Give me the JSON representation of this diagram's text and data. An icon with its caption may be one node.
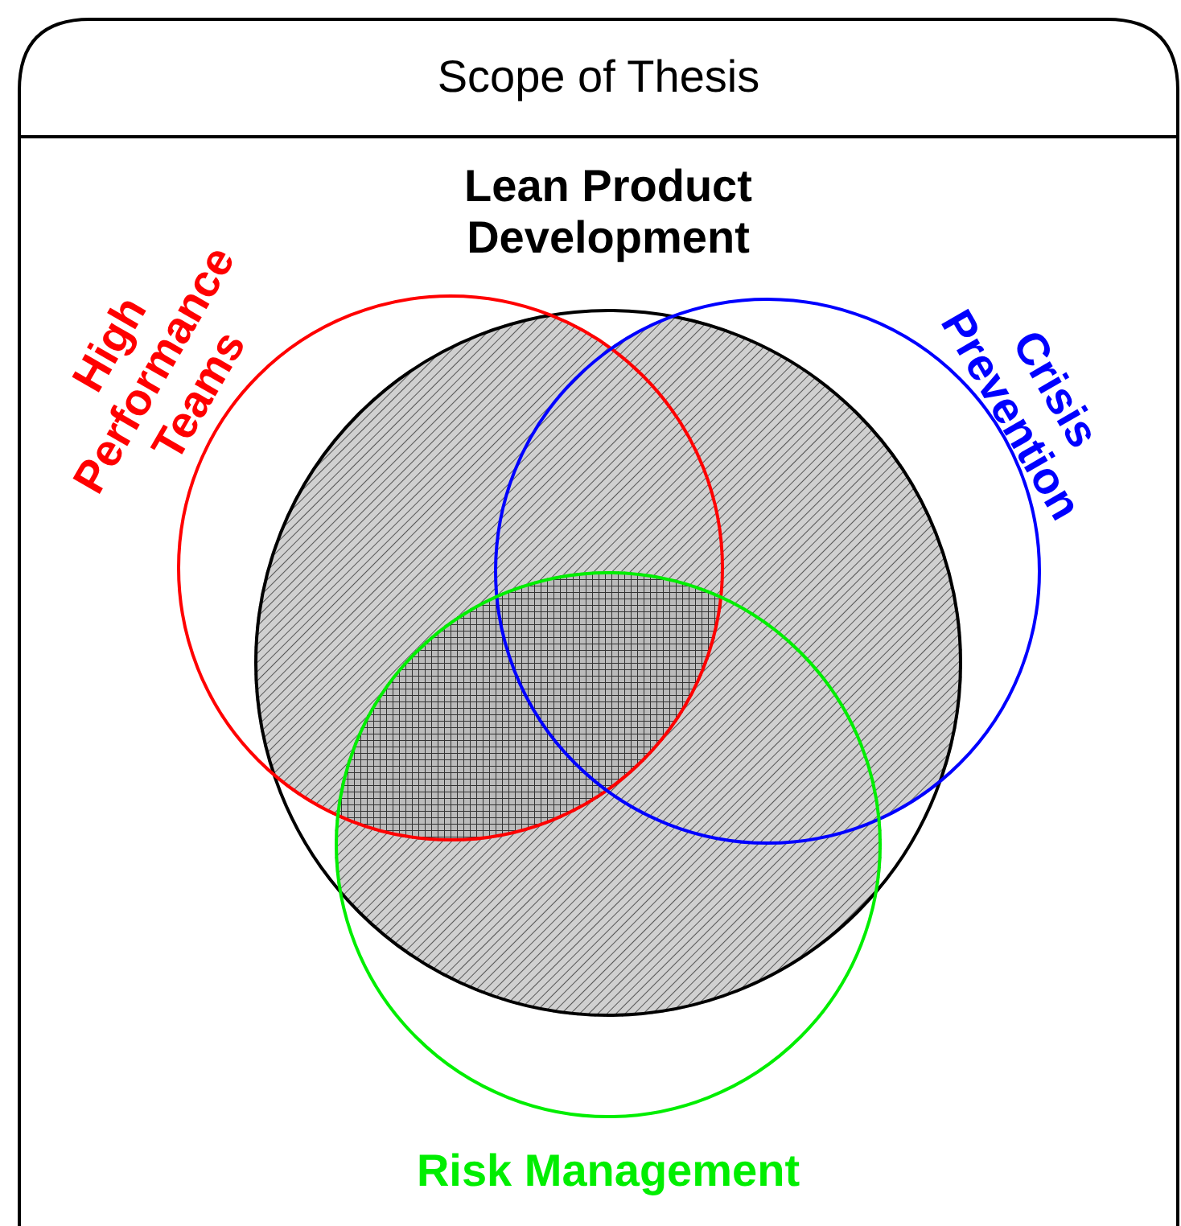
{
  "diagram": {
    "nodes": [
      {
        "text": [
          "Scope of Thesis"
        ]
      },
      {
        "text": [
          "Lean Product Development"
        ],
        "in": 0
      },
      {
        "text": [
          "High Performance Teams"
        ],
        "in": 0
      },
      {
        "text": [
          "Crisis Prevention"
        ],
        "in": 0
      },
      {
        "text": [
          "Risk Management"
        ],
        "in": 0
      }
    ]
  }
}
